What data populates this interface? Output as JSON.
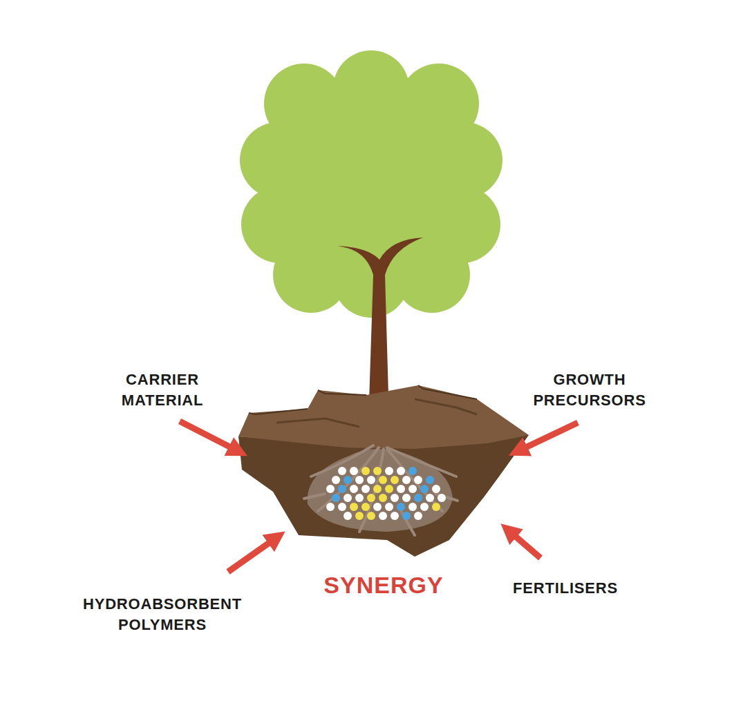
{
  "diagram": {
    "labels": [
      "CARRIER MATERIAL",
      "GROWTH PRECURSORS",
      "HYDROABSORBENT POLYMERS",
      "FERTILISERS",
      "SYNERGY"
    ]
  }
}
